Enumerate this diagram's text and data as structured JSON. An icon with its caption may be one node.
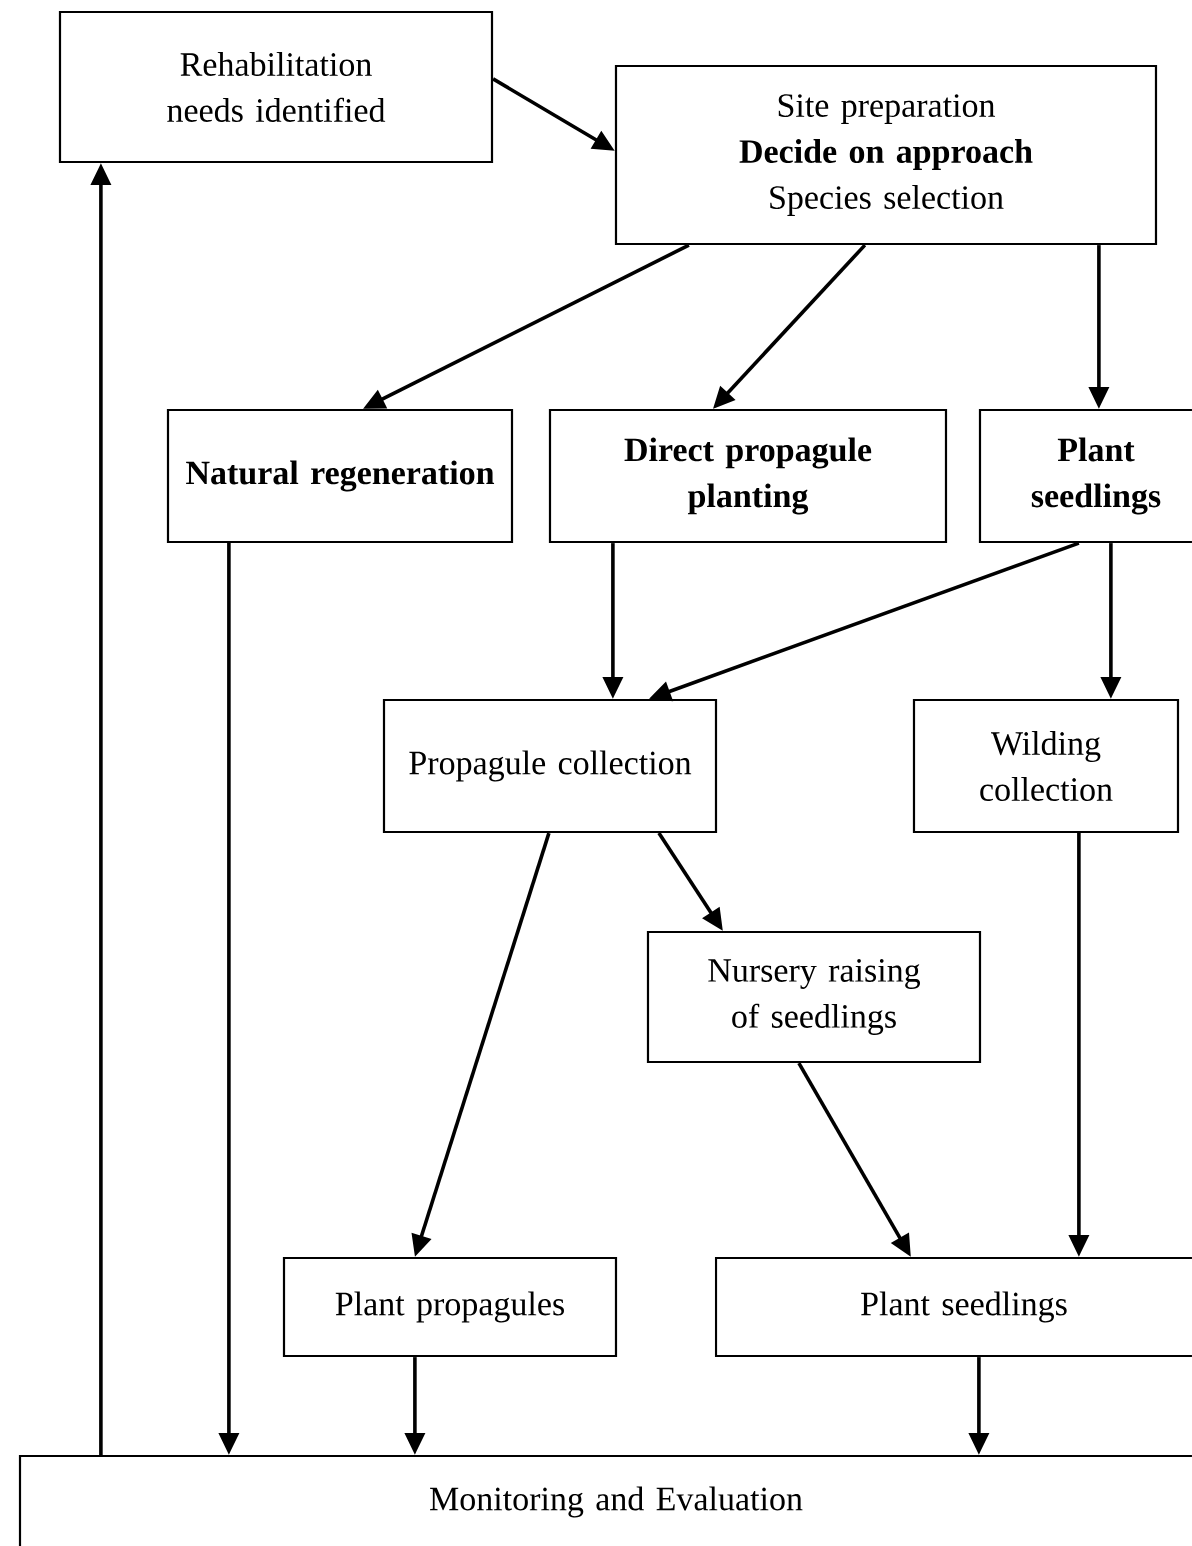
{
  "diagram": {
    "nodes": [
      {
        "text": [
          "Rehabilitation needs identified"
        ]
      },
      {
        "text": [
          "Site preparation",
          "Decide on approach",
          "Species selection"
        ]
      },
      {
        "text": [
          "Natural regeneration"
        ]
      },
      {
        "text": [
          "Direct propagule planting"
        ]
      },
      {
        "text": [
          "Plant seedlings"
        ]
      },
      {
        "text": [
          "Propagule collection"
        ]
      },
      {
        "text": [
          "Wilding collection"
        ]
      },
      {
        "text": [
          "Nursery raising of seedlings"
        ]
      },
      {
        "text": [
          "Plant propagules"
        ]
      },
      {
        "text": [
          "Plant seedlings"
        ]
      },
      {
        "text": [
          "Monitoring and Evaluation"
        ]
      }
    ],
    "edges": [
      {
        "from": 0,
        "to": 1,
        "arrow": "to"
      },
      {
        "from": 1,
        "to": 2,
        "arrow": "to"
      },
      {
        "from": 1,
        "to": 3,
        "arrow": "to"
      },
      {
        "from": 1,
        "to": 4,
        "arrow": "to"
      },
      {
        "from": 3,
        "to": 5,
        "arrow": "to"
      },
      {
        "from": 4,
        "to": 5,
        "arrow": "to"
      },
      {
        "from": 4,
        "to": 6,
        "arrow": "to"
      },
      {
        "from": 5,
        "to": 8,
        "arrow": "to"
      },
      {
        "from": 5,
        "to": 7,
        "arrow": "to"
      },
      {
        "from": 7,
        "to": 9,
        "arrow": "to"
      },
      {
        "from": 6,
        "to": 9,
        "arrow": "to"
      },
      {
        "from": 2,
        "to": 10,
        "arrow": "to"
      },
      {
        "from": 8,
        "to": 10,
        "arrow": "to"
      },
      {
        "from": 9,
        "to": 10,
        "arrow": "to"
      },
      {
        "from": 10,
        "to": 0,
        "arrow": "to"
      }
    ]
  }
}
